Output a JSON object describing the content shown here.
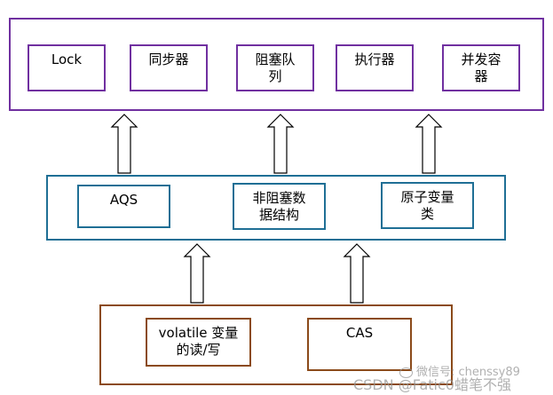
{
  "layers": {
    "top": {
      "border_color": "#7030a0",
      "boxes": [
        {
          "label": "Lock"
        },
        {
          "label": "同步器"
        },
        {
          "label": "阻塞队\n列"
        },
        {
          "label": "执行器"
        },
        {
          "label": "并发容\n器"
        }
      ]
    },
    "middle": {
      "border_color": "#1f6f95",
      "boxes": [
        {
          "label": "AQS"
        },
        {
          "label": "非阻塞数\n据结构"
        },
        {
          "label": "原子变量\n类"
        }
      ]
    },
    "bottom": {
      "border_color": "#8b4a1a",
      "boxes": [
        {
          "label": "volatile 变量\n的读/写"
        },
        {
          "label": "CAS"
        }
      ]
    }
  },
  "watermarks": {
    "wechat": "微信号: chenssy89",
    "csdn": "CSDN @Fatic0蜡笔不强"
  }
}
